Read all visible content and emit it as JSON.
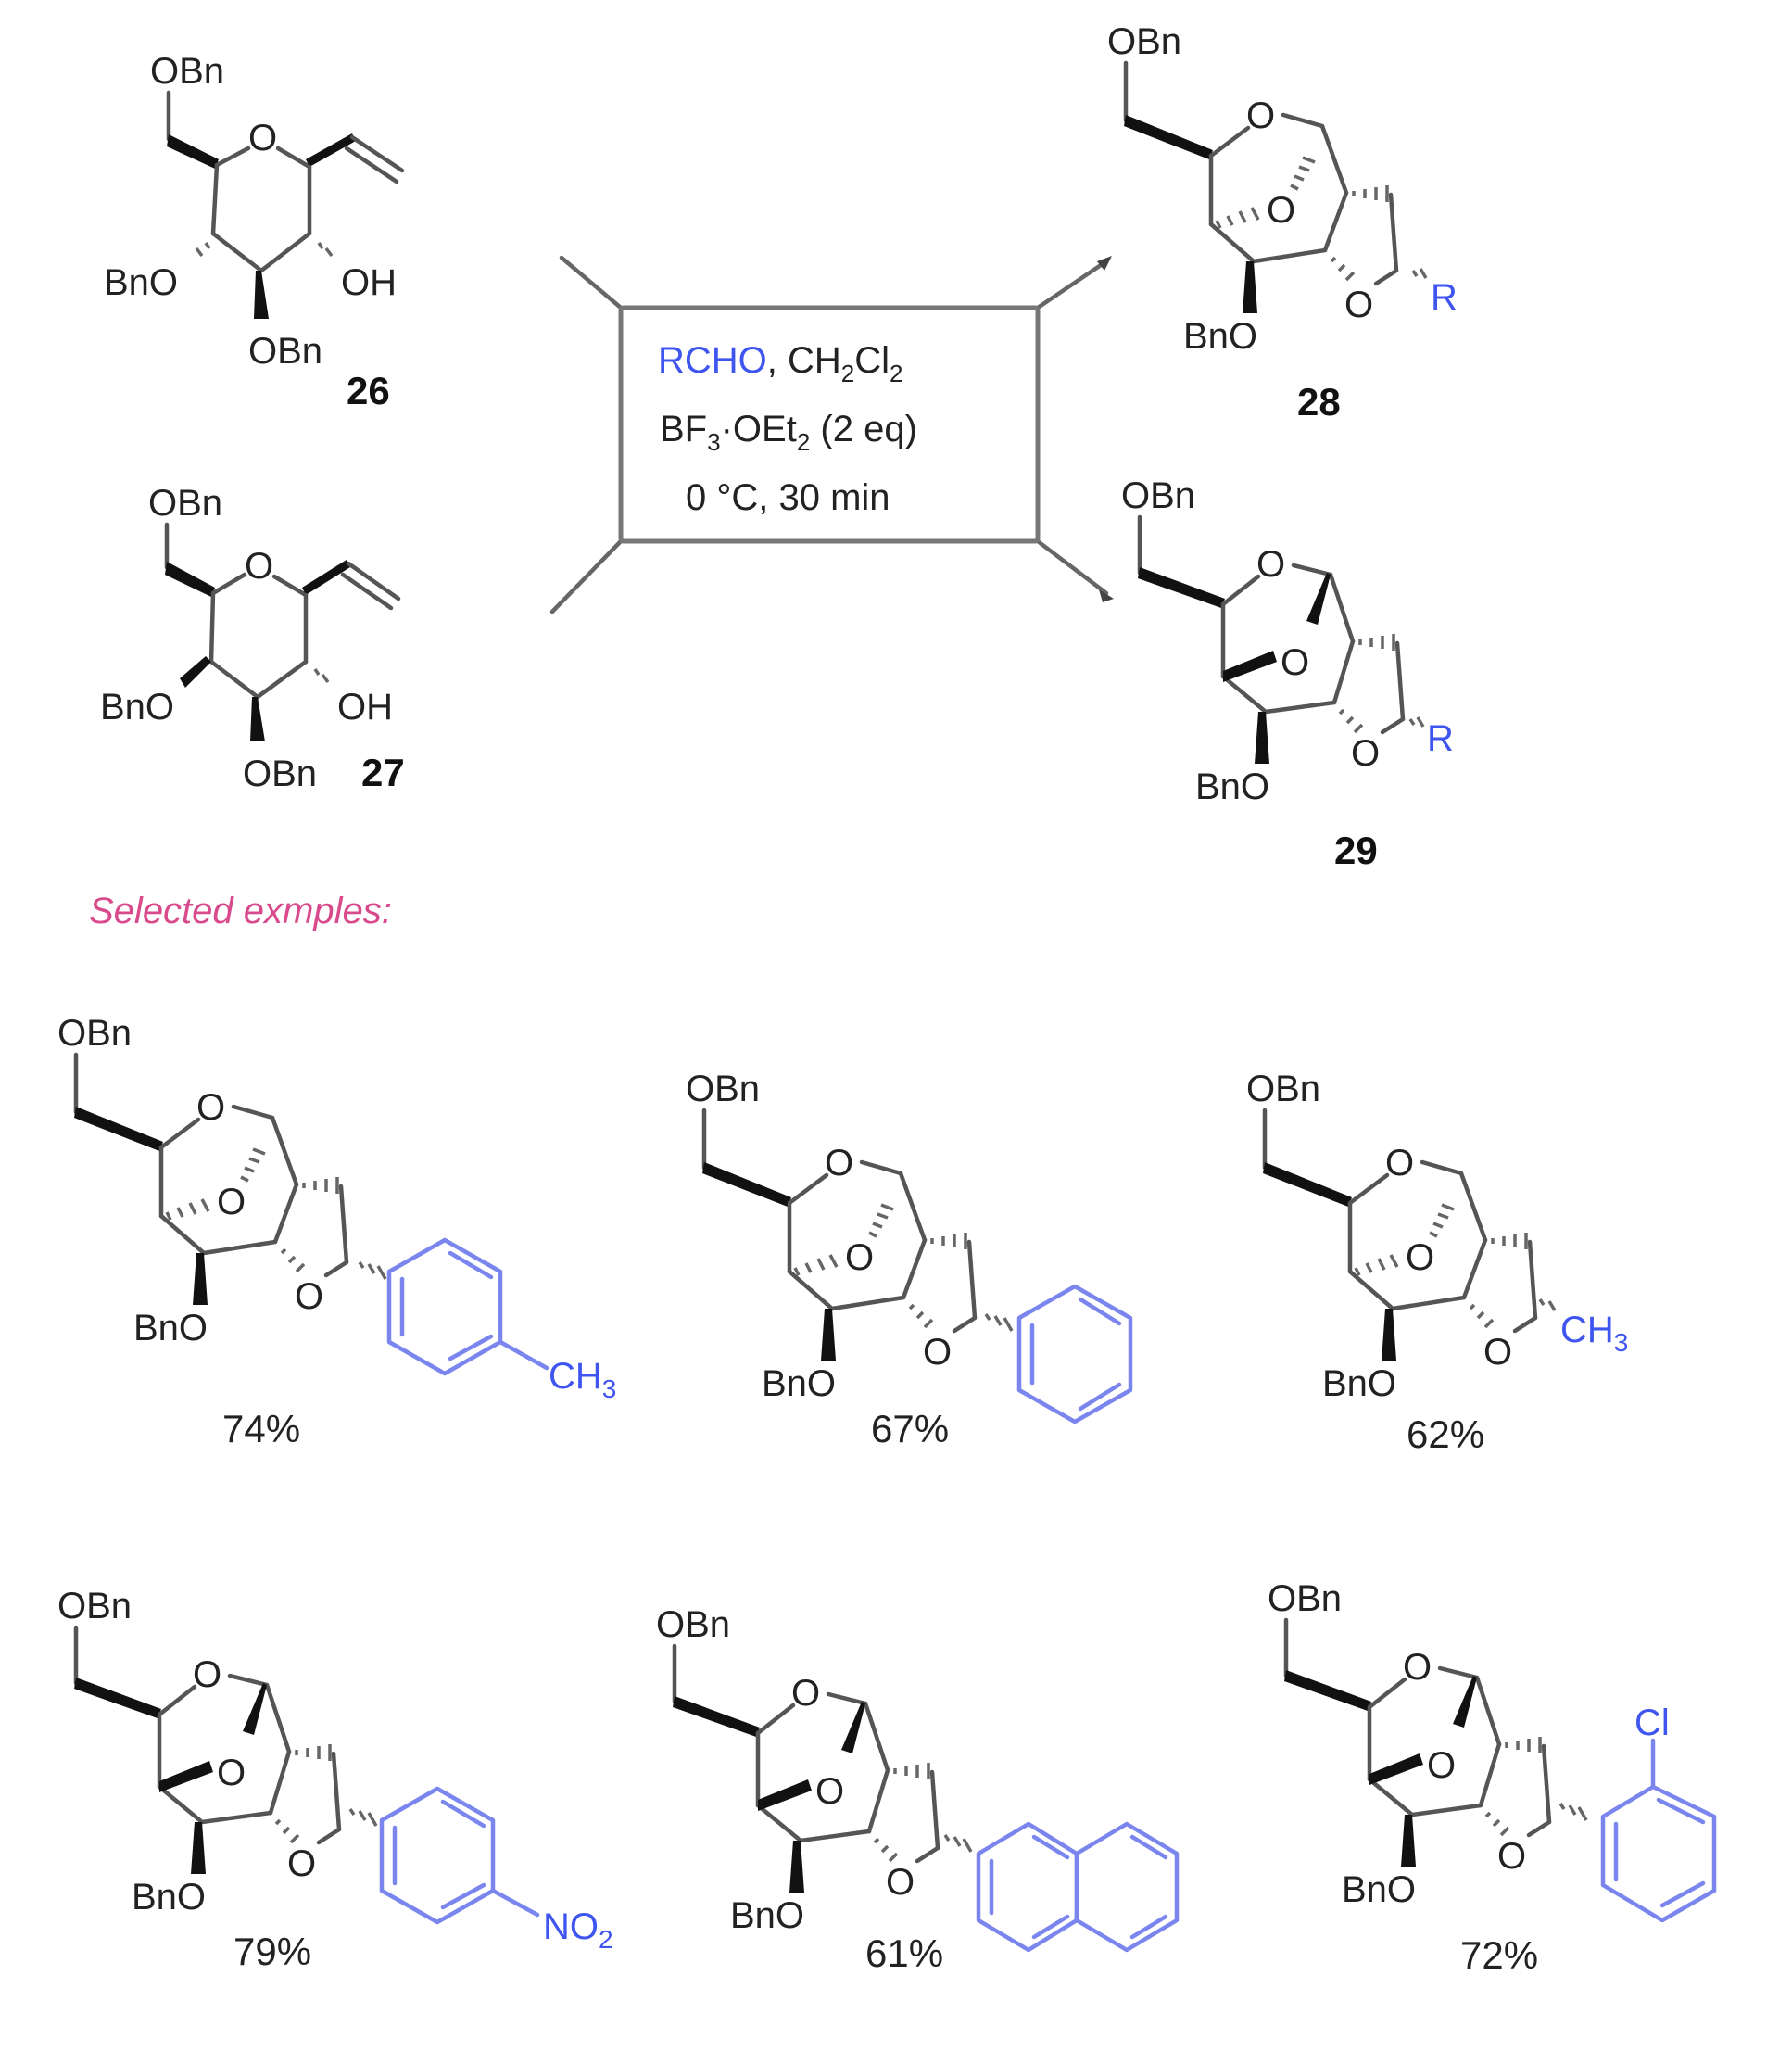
{
  "scheme": {
    "reactants": [
      {
        "id": "26",
        "label": "26",
        "groups": {
          "top": "OBn",
          "left": "BnO",
          "right": "OH",
          "bottom": "OBn",
          "ring_o": "O"
        }
      },
      {
        "id": "27",
        "label": "27",
        "groups": {
          "top": "OBn",
          "left": "BnO",
          "right": "OH",
          "bottom": "OBn",
          "ring_o": "O"
        }
      }
    ],
    "conditions": {
      "line1_reagent": "RCHO",
      "line1_sep": ", ",
      "line1_solvent_a": "CH",
      "line1_solvent_sub1": "2",
      "line1_solvent_b": "Cl",
      "line1_solvent_sub2": "2",
      "line2_a": "BF",
      "line2_sub1": "3",
      "line2_dot": "·",
      "line2_b": "OEt",
      "line2_sub2": "2",
      "line2_c": " (2 eq)",
      "line3": "0 °C, 30 min"
    },
    "products": [
      {
        "id": "28",
        "label": "28",
        "groups": {
          "top": "OBn",
          "bottom": "BnO",
          "ring_o": "O",
          "bridge_o": "O",
          "thf_o": "O",
          "r": "R"
        }
      },
      {
        "id": "29",
        "label": "29",
        "groups": {
          "top": "OBn",
          "bottom": "BnO",
          "ring_o": "O",
          "bridge_o": "O",
          "thf_o": "O",
          "r": "R"
        }
      }
    ],
    "section_title": "Selected exmples:",
    "examples": [
      {
        "series": "28",
        "substituent": "4-methylphenyl",
        "sub_label": "CH",
        "sub_label_sub": "3",
        "yield": "74%"
      },
      {
        "series": "28",
        "substituent": "phenyl",
        "sub_label": "",
        "sub_label_sub": "",
        "yield": "67%"
      },
      {
        "series": "28",
        "substituent": "methyl",
        "sub_label": "CH",
        "sub_label_sub": "3",
        "yield": "62%"
      },
      {
        "series": "29",
        "substituent": "4-nitrophenyl",
        "sub_label": "NO",
        "sub_label_sub": "2",
        "yield": "79%"
      },
      {
        "series": "29",
        "substituent": "2-naphthyl",
        "sub_label": "",
        "sub_label_sub": "",
        "yield": "61%"
      },
      {
        "series": "29",
        "substituent": "2-chlorophenyl",
        "sub_label": "Cl",
        "sub_label_sub": "",
        "yield": "72%"
      }
    ],
    "atoms": {
      "o": "O",
      "obn": "OBn",
      "bno": "BnO",
      "oh": "OH",
      "r": "R"
    }
  },
  "colors": {
    "substituent_blue": "#3f55f0",
    "aromatic_ring": "#7a86ee",
    "section_title_pink": "#d94a8c",
    "bond_gray": "#555555",
    "text": "#222222"
  }
}
